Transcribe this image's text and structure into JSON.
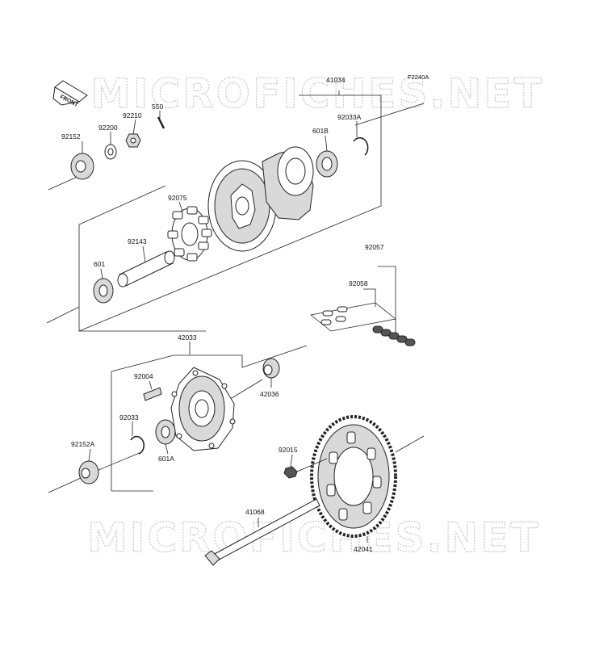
{
  "diagram": {
    "reference_code": "F2240A",
    "watermark": "MICROFICHES.NET",
    "front_marker": "FRONT",
    "parts": [
      {
        "id": "41034"
      },
      {
        "id": "92152"
      },
      {
        "id": "92200"
      },
      {
        "id": "92210"
      },
      {
        "id": "550"
      },
      {
        "id": "601B"
      },
      {
        "id": "92033A"
      },
      {
        "id": "92075"
      },
      {
        "id": "92143"
      },
      {
        "id": "601"
      },
      {
        "id": "92057"
      },
      {
        "id": "92058"
      },
      {
        "id": "42033"
      },
      {
        "id": "92004"
      },
      {
        "id": "42036"
      },
      {
        "id": "92033"
      },
      {
        "id": "92152A"
      },
      {
        "id": "601A"
      },
      {
        "id": "92015"
      },
      {
        "id": "41068"
      },
      {
        "id": "42041"
      }
    ]
  }
}
